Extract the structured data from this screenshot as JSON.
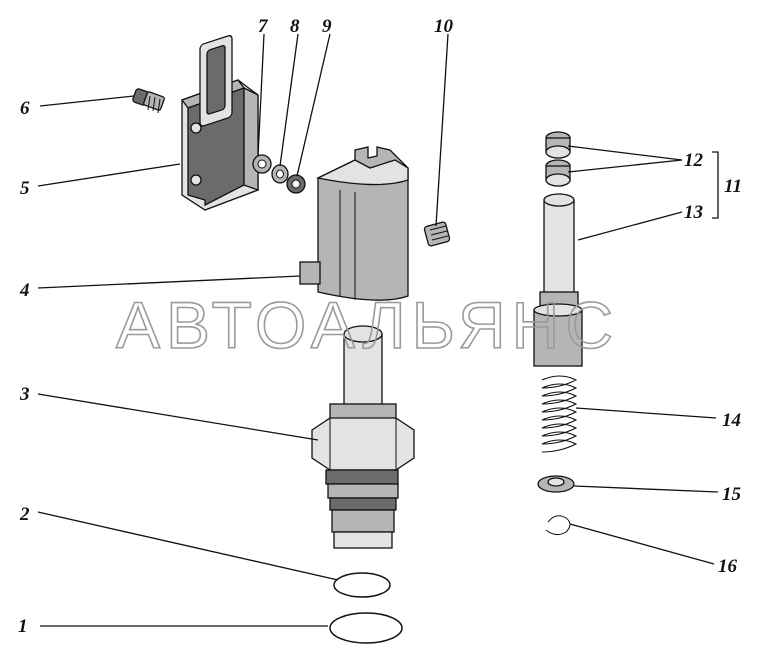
{
  "watermark": "АВТОАЛЬЯНС",
  "callouts": [
    {
      "id": "1",
      "label": "1"
    },
    {
      "id": "2",
      "label": "2"
    },
    {
      "id": "3",
      "label": "3"
    },
    {
      "id": "4",
      "label": "4"
    },
    {
      "id": "5",
      "label": "5"
    },
    {
      "id": "6",
      "label": "6"
    },
    {
      "id": "7",
      "label": "7"
    },
    {
      "id": "8",
      "label": "8"
    },
    {
      "id": "9",
      "label": "9"
    },
    {
      "id": "10",
      "label": "10"
    },
    {
      "id": "11",
      "label": "11"
    },
    {
      "id": "12",
      "label": "12"
    },
    {
      "id": "13",
      "label": "13"
    },
    {
      "id": "14",
      "label": "14"
    },
    {
      "id": "15",
      "label": "15"
    },
    {
      "id": "16",
      "label": "16"
    }
  ]
}
